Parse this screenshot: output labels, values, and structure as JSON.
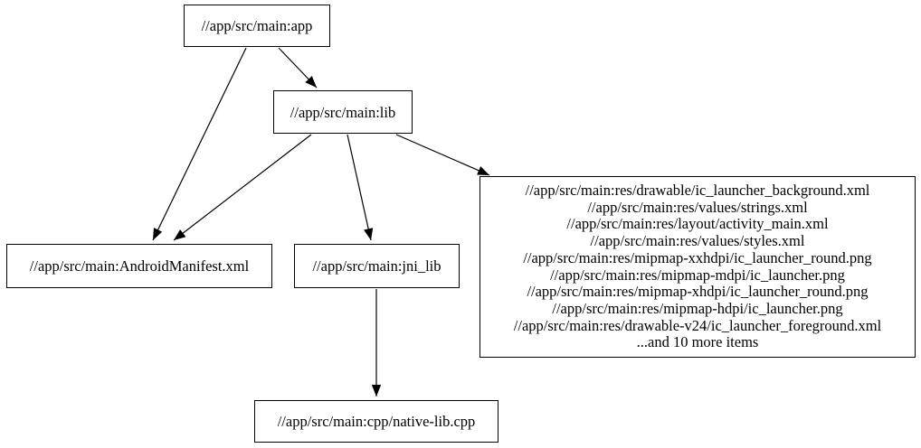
{
  "diagram": {
    "type": "dependency-graph",
    "background_color": "#ffffff",
    "node_border_color": "#000000",
    "edge_color": "#000000",
    "text_color": "#000000",
    "nodes": {
      "app": {
        "label": "//app/src/main:app"
      },
      "lib": {
        "label": "//app/src/main:lib"
      },
      "manifest": {
        "label": "//app/src/main:AndroidManifest.xml"
      },
      "jni_lib": {
        "label": "//app/src/main:jni_lib"
      },
      "native": {
        "label": "//app/src/main:cpp/native-lib.cpp"
      },
      "res": {
        "lines": [
          "//app/src/main:res/drawable/ic_launcher_background.xml",
          "//app/src/main:res/values/strings.xml",
          "//app/src/main:res/layout/activity_main.xml",
          "//app/src/main:res/values/styles.xml",
          "//app/src/main:res/mipmap-xxhdpi/ic_launcher_round.png",
          "//app/src/main:res/mipmap-mdpi/ic_launcher.png",
          "//app/src/main:res/mipmap-xhdpi/ic_launcher_round.png",
          "//app/src/main:res/mipmap-hdpi/ic_launcher.png",
          "//app/src/main:res/drawable-v24/ic_launcher_foreground.xml",
          "...and 10 more items"
        ]
      }
    },
    "edges": [
      {
        "from": "app",
        "to": "manifest"
      },
      {
        "from": "app",
        "to": "lib"
      },
      {
        "from": "lib",
        "to": "manifest"
      },
      {
        "from": "lib",
        "to": "jni_lib"
      },
      {
        "from": "lib",
        "to": "res"
      },
      {
        "from": "jni_lib",
        "to": "native"
      }
    ]
  }
}
